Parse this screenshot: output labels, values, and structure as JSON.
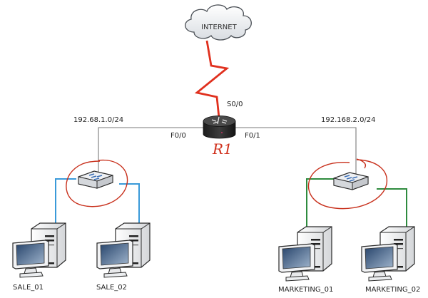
{
  "diagram": {
    "cloud": {
      "label": "INTERNET"
    },
    "router": {
      "label": "R1",
      "ports": {
        "serial": "S0/0",
        "left": "F0/0",
        "right": "F0/1"
      }
    },
    "networks": {
      "left": {
        "subnet": "192.68.1.0/24",
        "link_color": "#3a9ad9"
      },
      "right": {
        "subnet": "192.168.2.0/24",
        "link_color": "#2e8b3e"
      }
    },
    "hosts": [
      {
        "name": "SALE_01"
      },
      {
        "name": "SALE_02"
      },
      {
        "name": "MARKETING_01"
      },
      {
        "name": "MARKETING_02"
      }
    ],
    "colors": {
      "wan_link": "#e0301e",
      "annotation": "#c8301c",
      "lan_link": "#808080"
    }
  }
}
